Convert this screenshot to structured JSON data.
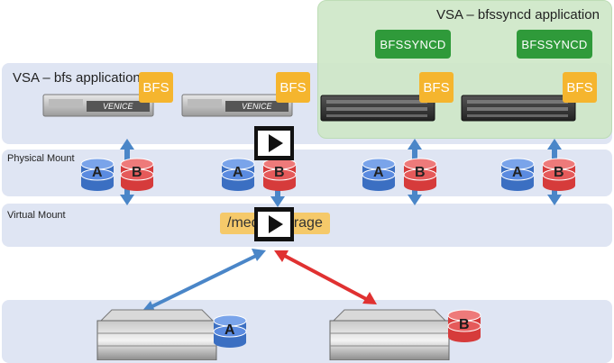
{
  "labels": {
    "vsa_bfs": "VSA – bfs application",
    "vsa_bfssyncd": "VSA – bfssyncd application",
    "physical_mount": "Physical Mount",
    "virtual_mount": "Virtual Mount",
    "mount_path": "/media/storage"
  },
  "bfs_tags": [
    "BFS",
    "BFS",
    "BFS",
    "BFS"
  ],
  "bfssyncd_tags": [
    "BFSSYNCD",
    "BFSSYNCD"
  ],
  "server_brand": "VENICE",
  "disks": {
    "a_label": "A",
    "b_label": "B"
  },
  "colors": {
    "band": "#dfe5f3",
    "green_region": "#cfe8c8",
    "bfs_orange": "#f5b52e",
    "bfssyncd_green": "#2f9a3a",
    "disk_a_blue": "#3b6fc2",
    "disk_b_red": "#d63b3b",
    "arrow_blue": "#4a86c8",
    "arrow_red": "#e03131"
  },
  "icons": [
    "video-play-icon",
    "database-icon",
    "server-icon",
    "storage-array-icon"
  ]
}
